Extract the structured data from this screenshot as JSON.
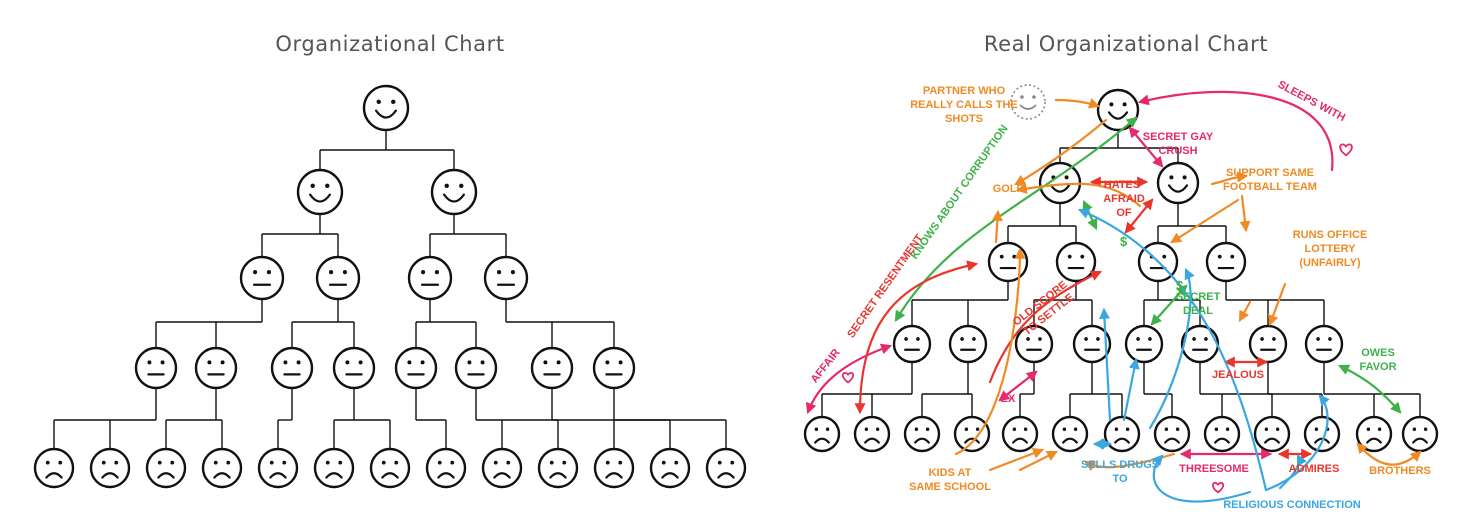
{
  "left": {
    "title": "Organizational Chart"
  },
  "right": {
    "title": "Real Organizational Chart"
  },
  "annotations": {
    "partner": "PARTNER WHO REALLY CALLS THE SHOTS",
    "sleeps_with": "SLEEPS WITH",
    "secret_gay_crush": "SECRET GAY CRUSH",
    "knows_corruption": "KNOWS ABOUT CORRUPTION",
    "golf": "GOLF",
    "hates": "HATES",
    "afraid_of_bribes": "AFRAID OF BRIBES",
    "support_team": "SUPPORT SAME FOOTBALL TEAM",
    "runs_lottery": "RUNS OFFICE LOTTERY (UNFAIRLY)",
    "secret_resentment": "SECRET RESENTMENT",
    "old_score": "OLD SCORE TO SETTLE",
    "secret_deal": "SECRET DEAL",
    "affair": "AFFAIR",
    "jealous": "JEALOUS",
    "owes_favor": "OWES FAVOR",
    "ex": "EX",
    "kids_school": "KIDS AT SAME SCHOOL",
    "sells_drugs": "SELLS DRUGS TO",
    "threesome": "THREESOME",
    "admires": "ADMIRES",
    "brothers": "BROTHERS",
    "religious": "RELIGIOUS CONNECTION"
  },
  "colors": {
    "orange": "#f08a24",
    "red": "#e8362d",
    "pink": "#e6286e",
    "green": "#3fb14a",
    "blue": "#3aa7e0",
    "line": "#111111"
  },
  "icons": {
    "happy": "happy-face-icon",
    "neutral": "neutral-face-icon",
    "sad": "sad-face-icon",
    "heart": "heart-icon",
    "dollar": "dollar-icon"
  }
}
